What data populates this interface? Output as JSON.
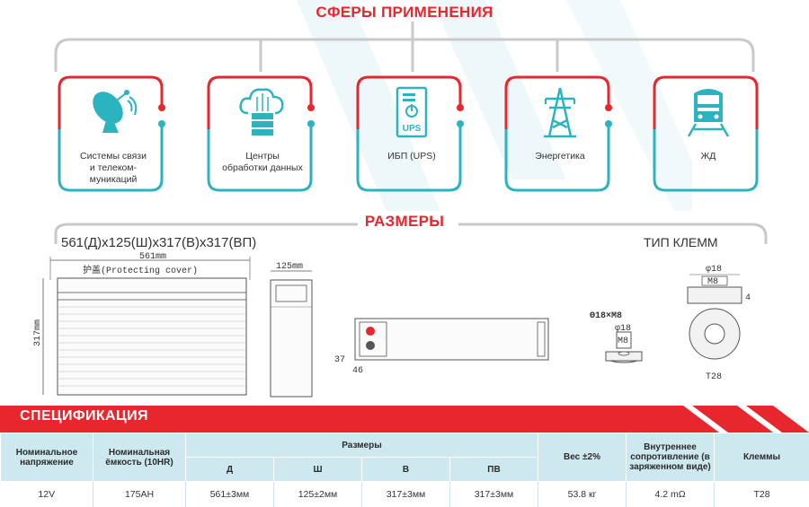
{
  "sections": {
    "applications_title": "СФЕРЫ ПРИМЕНЕНИЯ",
    "dimensions_title": "РАЗМЕРЫ",
    "spec_title": "СПЕЦИФИКАЦИЯ"
  },
  "applications": [
    {
      "label": "Системы связи\nи телеком-\nмуникаций",
      "icon": "satellite-dish-icon"
    },
    {
      "label": "Центры\nобработки данных",
      "icon": "cloud-server-icon"
    },
    {
      "label": "ИБП (UPS)",
      "icon": "ups-icon"
    },
    {
      "label": "Энергетика",
      "icon": "power-tower-icon"
    },
    {
      "label": "ЖД",
      "icon": "train-icon"
    }
  ],
  "dimensions": {
    "summary": "561(Д)x125(Ш)x317(В)x317(ВП)",
    "terminal_title": "ТИП КЛЕММ",
    "drawing": {
      "length": "561mm",
      "width": "125mm",
      "height": "317mm",
      "cover_label": "护盖(Protecting cover)",
      "terminal_h": "37",
      "terminal_off": "46",
      "bolt": "Θ18×M8",
      "bolt_phi": "φ18",
      "bolt_m": "M8",
      "t_phi": "φ18",
      "t_m": "M8",
      "t_h": "4",
      "terminal_type": "T28"
    }
  },
  "spec": {
    "headers": {
      "voltage": "Номинальное напряжение",
      "capacity": "Номинальная ёмкость (10HR)",
      "dimensions": "Размеры",
      "d": "Д",
      "w": "Ш",
      "h": "В",
      "ph": "ПВ",
      "weight": "Вес ±2%",
      "resistance": "Внутреннее сопротивление (в заряженном виде)",
      "terminals": "Клеммы"
    },
    "row": {
      "voltage": "12V",
      "capacity": "175AH",
      "d": "561±3мм",
      "w": "125±2мм",
      "h": "317±3мм",
      "ph": "317±3мм",
      "weight": "53.8 кг",
      "resistance": "4.2 mΩ",
      "terminals": "T28"
    }
  },
  "colors": {
    "accent_red": "#e8262d",
    "accent_teal": "#2bb3c0",
    "bracket_gray": "#c9c9c9",
    "table_header": "#cde9ef"
  }
}
